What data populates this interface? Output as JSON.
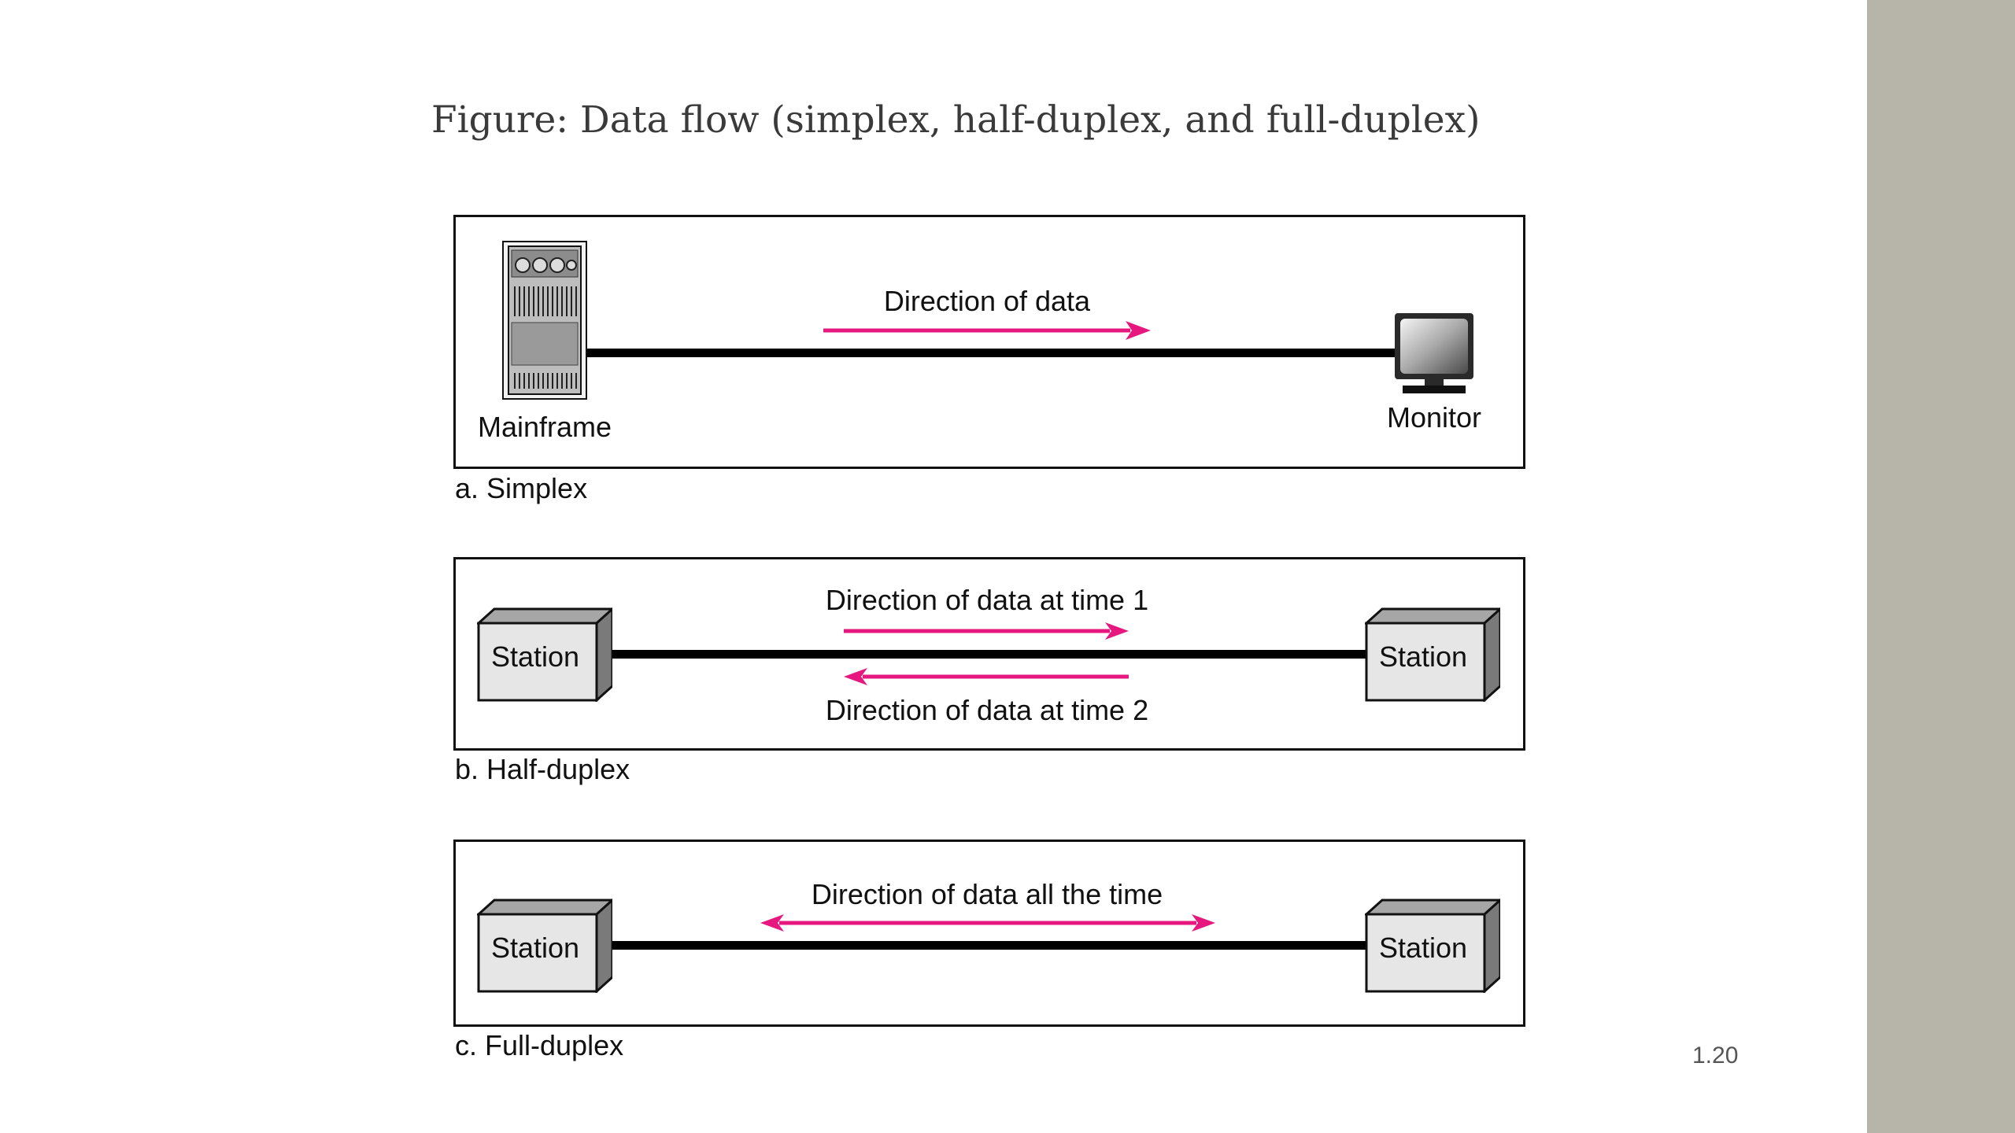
{
  "slide": {
    "title": "Figure: Data flow (simplex, half-duplex, and full-duplex)",
    "page_number": "1.20"
  },
  "simplex": {
    "caption": "a. Simplex",
    "direction_label": "Direction of data",
    "left_device": "Mainframe",
    "right_device": "Monitor",
    "left_icon": "mainframe-icon",
    "right_icon": "monitor-icon"
  },
  "half_duplex": {
    "caption": "b. Half-duplex",
    "direction_label_time1": "Direction of data at time 1",
    "direction_label_time2": "Direction of data at time 2",
    "left_station": "Station",
    "right_station": "Station"
  },
  "full_duplex": {
    "caption": "c. Full-duplex",
    "direction_label": "Direction of data all the time",
    "left_station": "Station",
    "right_station": "Station"
  },
  "colors": {
    "arrow": "#e6177e",
    "line": "#000000",
    "side_bar": "#b7b5a9",
    "station_face": "#e6e6e6",
    "station_top": "#a6a6a6",
    "station_side": "#7a7a7a"
  }
}
